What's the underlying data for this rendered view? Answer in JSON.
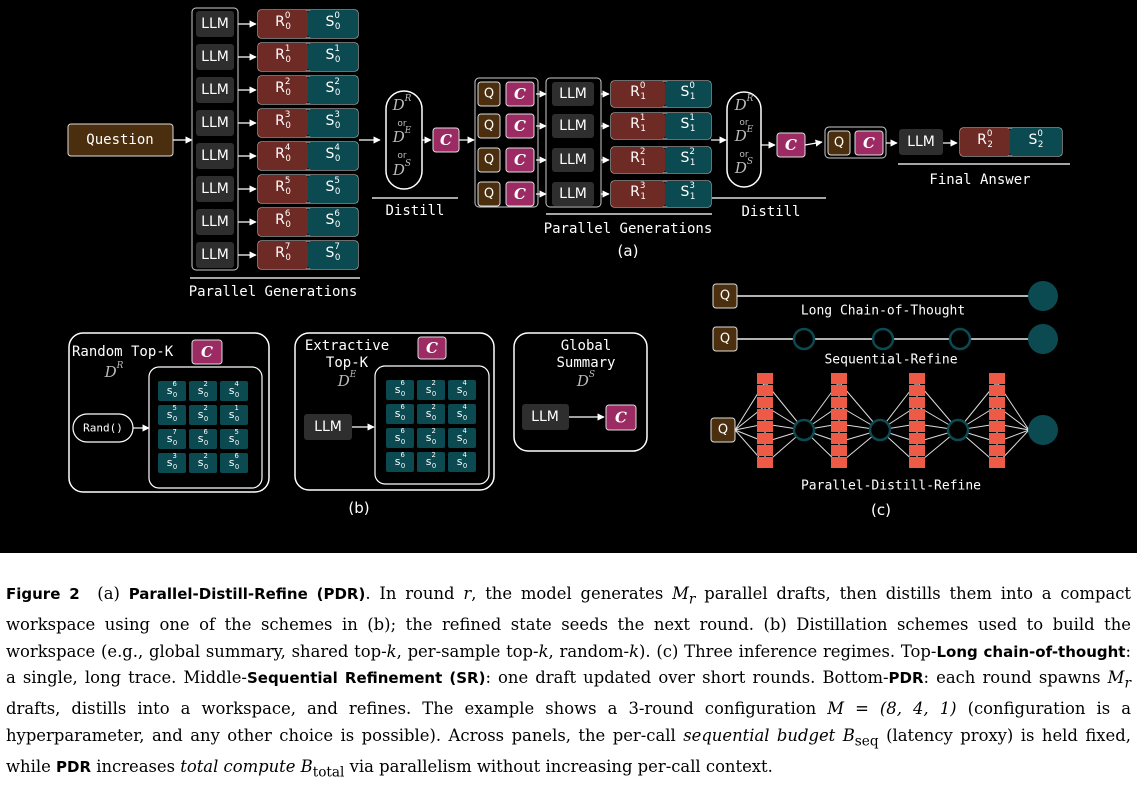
{
  "colors": {
    "background": "#000000",
    "llm": "#2e2e2e",
    "reasoning": "#6e2b26",
    "summary": "#0c4a52",
    "question": "#4a2e0d",
    "context": "#9c2a63",
    "node": "#0c4a52",
    "drafts": "#ef5a47",
    "outline": "#d9d9d9"
  },
  "panel_a": {
    "label": "a",
    "question": "Question",
    "llm": "LLM",
    "q": "Q",
    "c": "C",
    "or": "or",
    "d_r": "R",
    "d_e": "E",
    "d_s": "S",
    "distill": "Distill",
    "parallel_generations": "Parallel Generations",
    "final_answer": "Final Answer",
    "round0_rows": [
      "0",
      "1",
      "2",
      "3",
      "4",
      "5",
      "6",
      "7"
    ],
    "round1_rows": [
      "0",
      "1",
      "2",
      "3"
    ],
    "round2_rows": [
      "0"
    ],
    "r": "R",
    "s": "S"
  },
  "panel_b": {
    "label": "b",
    "random": {
      "title": "Random Top-K",
      "d": "R",
      "rand": "Rand()",
      "grid": [
        "6",
        "2",
        "4",
        "5",
        "2",
        "1",
        "7",
        "6",
        "5",
        "3",
        "2",
        "6"
      ]
    },
    "extractive": {
      "title_1": "Extractive",
      "title_2": "Top-K",
      "d": "E",
      "llm": "LLM",
      "grid": [
        "6",
        "2",
        "4",
        "6",
        "2",
        "4",
        "6",
        "2",
        "4",
        "6",
        "2",
        "4"
      ]
    },
    "global": {
      "title_1": "Global",
      "title_2": "Summary",
      "d": "S",
      "llm": "LLM"
    },
    "c": "C",
    "s": "s",
    "sub": "0"
  },
  "panel_c": {
    "label": "c",
    "q": "Q",
    "long_cot": "Long Chain-of-Thought",
    "sequential": "Sequential-Refine",
    "pdr": "Parallel-Distill-Refine"
  },
  "caption": {
    "figure": "Figure 2",
    "a_marker": "(a)",
    "pdr_title": "Parallel-Distill-Refine (PDR)",
    "t1": ". In round",
    "r_var": "r",
    "t2": ", the model generates",
    "m_var": "M",
    "r_sub": "r",
    "t3": "parallel drafts, then distills them into a compact workspace using one of the schemes in (b); the refined state seeds the next round. (b) Distillation schemes used to build the workspace (e.g., global summary, shared top-",
    "k1": "k",
    "t4": ", per-sample top-",
    "k2": "k",
    "t5": ", random-",
    "k3": "k",
    "t6": "). (c) Three inference regimes. Top-",
    "long_cot": "Long chain-of-thought",
    "t7": ": a single, long trace. Middle-",
    "sr": "Sequential Refinement (SR)",
    "t8": ": one draft updated over short rounds. Bottom-",
    "pdr": "PDR",
    "t9": ": each round spawns",
    "t10": "drafts, distills into a workspace, and refines. The example shows a 3-round configuration",
    "config": "M = (8, 4, 1)",
    "t11": "(configuration is a hyperparameter, and any other choice is possible). Across panels, the per-call",
    "seq_budget": "sequential budget",
    "b_seq": "B",
    "seq_sub": "seq",
    "t12": "(latency proxy) is held fixed, while",
    "pdr2": "PDR",
    "t13": "increases",
    "total_compute": "total compute",
    "b_total": "B",
    "total_sub": "total",
    "t14": "via parallelism without increasing per-call context."
  }
}
